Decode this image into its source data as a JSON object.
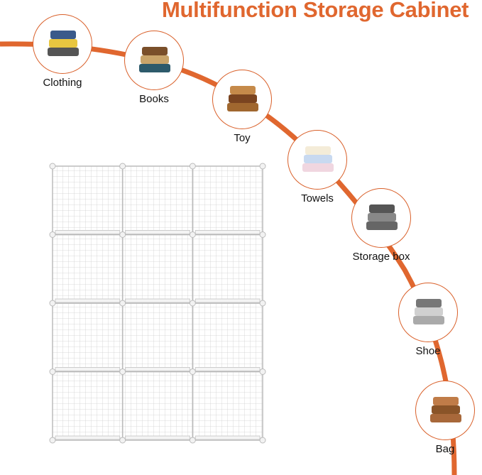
{
  "title": "Multifunction  Storage Cabinet",
  "accent": "#e0672f",
  "categories": [
    {
      "label": "Clothing",
      "icon": "folded-clothes-icon"
    },
    {
      "label": "Books",
      "icon": "books-icon"
    },
    {
      "label": "Toy",
      "icon": "teddy-bear-icon"
    },
    {
      "label": "Towels",
      "icon": "towels-icon"
    },
    {
      "label": "Storage box",
      "icon": "storage-box-icon"
    },
    {
      "label": "Shoe",
      "icon": "shoe-icon"
    },
    {
      "label": "Bag",
      "icon": "bag-icon"
    }
  ],
  "cabinet": {
    "rows": 4,
    "columns": 3,
    "color": "#ffffff"
  }
}
